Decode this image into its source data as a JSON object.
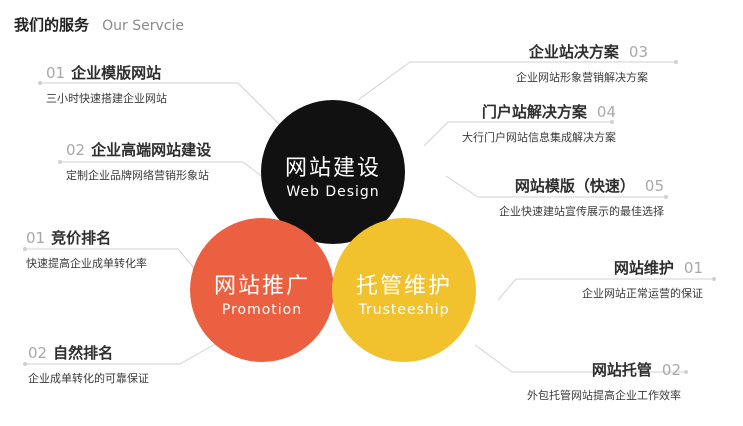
{
  "header": {
    "title": "我们的服务",
    "subtitle": "Our Servcie"
  },
  "circles": {
    "web": {
      "cn": "网站建设",
      "en": "Web Design",
      "color": "#111111"
    },
    "promo": {
      "cn": "网站推广",
      "en": "Promotion",
      "color": "#ea6040"
    },
    "trust": {
      "cn": "托管维护",
      "en": "Trusteeship",
      "color": "#f2c12e"
    }
  },
  "left_items": [
    {
      "num": "01",
      "name": "企业模版网站",
      "desc": "三小时快速搭建企业网站"
    },
    {
      "num": "02",
      "name": "企业高端网站建设",
      "desc": "定制企业品牌网络营销形象站"
    },
    {
      "num": "01",
      "name": "竞价排名",
      "desc": "快速提高企业成单转化率"
    },
    {
      "num": "02",
      "name": "自然排名",
      "desc": "企业成单转化的可靠保证"
    }
  ],
  "right_items": [
    {
      "num": "03",
      "name": "企业站决方案",
      "desc": "企业网站形象营销解决方案"
    },
    {
      "num": "04",
      "name": "门户站解决方案",
      "desc": "大行门户网站信息集成解决方案"
    },
    {
      "num": "05",
      "name": "网站模版（快速）",
      "desc": "企业快速建站宣传展示的最佳选择"
    },
    {
      "num": "01",
      "name": "网站维护",
      "desc": "企业网站正常运营的保证"
    },
    {
      "num": "02",
      "name": "网站托管",
      "desc": "外包托管网站提高企业工作效率"
    }
  ],
  "line_color": "#d0d0d0"
}
